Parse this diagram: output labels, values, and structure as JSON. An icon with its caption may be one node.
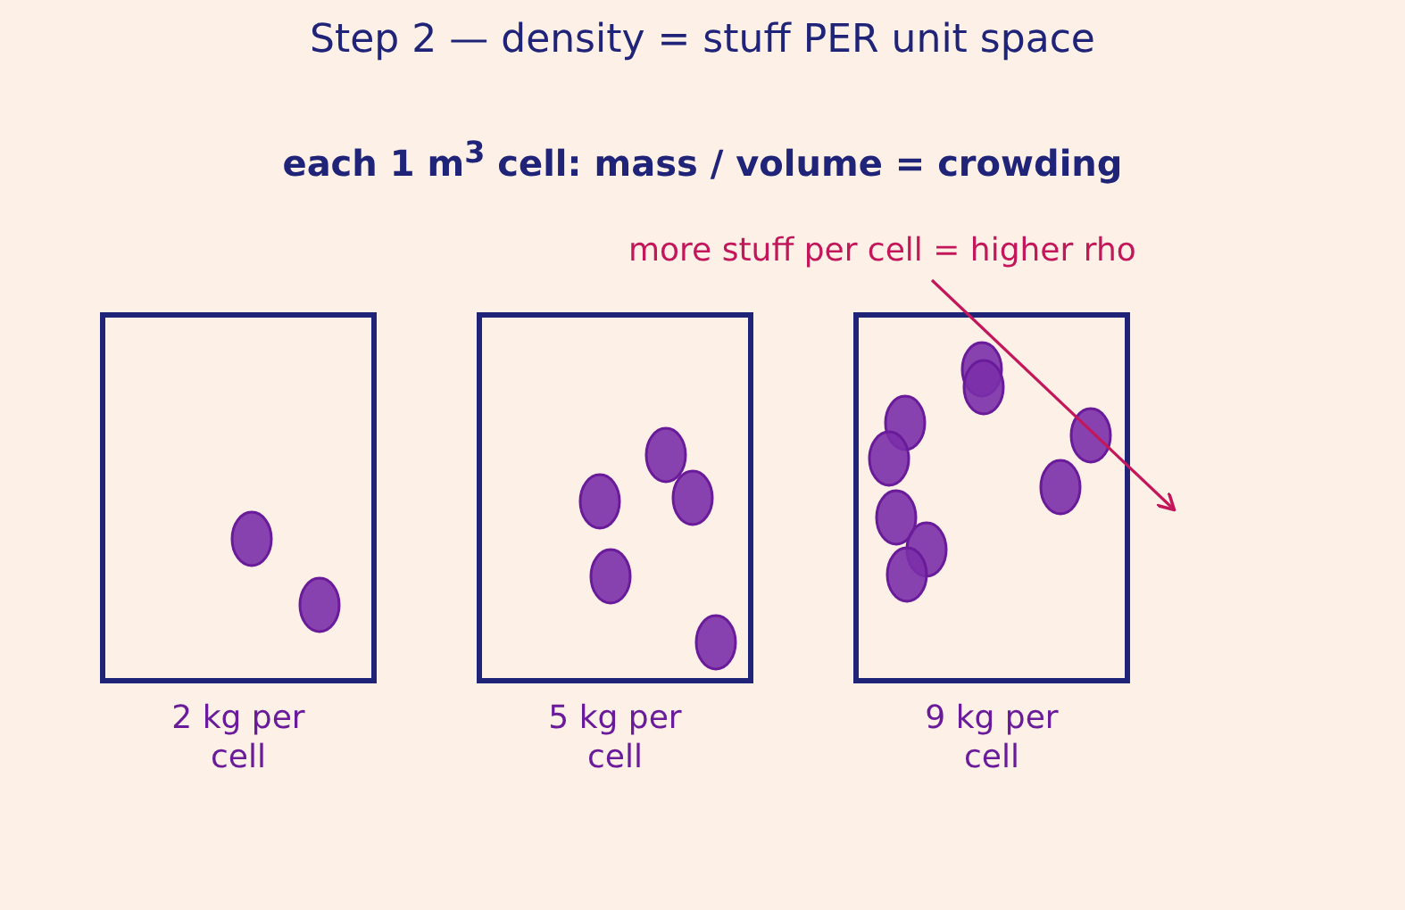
{
  "diagram": {
    "title": "Step 2 — density = stuff PER unit space",
    "nodes": [
      {
        "text": [
          "more stuff per cell = higher rho"
        ]
      },
      {
        "text": [],
        "shape": "box",
        "beside": [
          "2 kg per cell"
        ]
      },
      {
        "text": [],
        "shape": "box",
        "beside": [
          "5 kg per cell"
        ]
      },
      {
        "text": [],
        "shape": "box",
        "beside": [
          "9 kg per cell"
        ]
      }
    ],
    "edges": [
      {
        "from": 0,
        "to": 3,
        "arrow": "to"
      }
    ],
    "labels": [
      "each 1 m$^{3}$ cell: mass / volume = crowding"
    ]
  }
}
